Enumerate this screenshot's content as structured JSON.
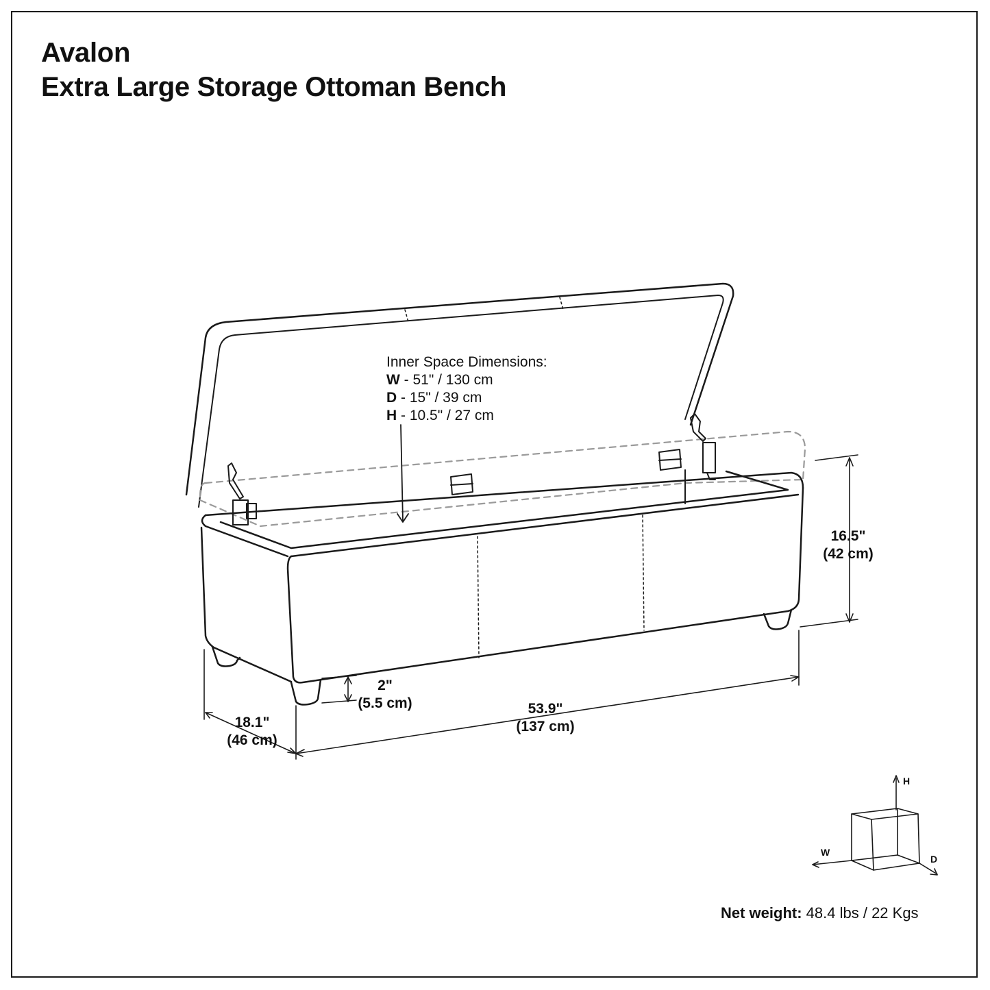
{
  "title": {
    "line1": "Avalon",
    "line2": "Extra Large Storage Ottoman Bench"
  },
  "inner_space": {
    "heading": "Inner Space Dimensions:",
    "w_key": "W",
    "w_value": " - 51\" / 130 cm",
    "d_key": "D",
    "d_value": " - 15\" / 39 cm",
    "h_key": "H",
    "h_value": " - 10.5\" / 27 cm"
  },
  "dimensions": {
    "height_in": "16.5\"",
    "height_cm": "(42 cm)",
    "leg_in": "2\"",
    "leg_cm": "(5.5 cm)",
    "width_in": "53.9\"",
    "width_cm": "(137 cm)",
    "depth_in": "18.1\"",
    "depth_cm": "(46 cm)"
  },
  "axis_key": {
    "h": "H",
    "w": "W",
    "d": "D"
  },
  "net_weight": {
    "label": "Net weight:",
    "value": " 48.4 lbs / 22 Kgs"
  },
  "colors": {
    "line": "#1a1a1a",
    "dashed": "#9a9a9a"
  }
}
